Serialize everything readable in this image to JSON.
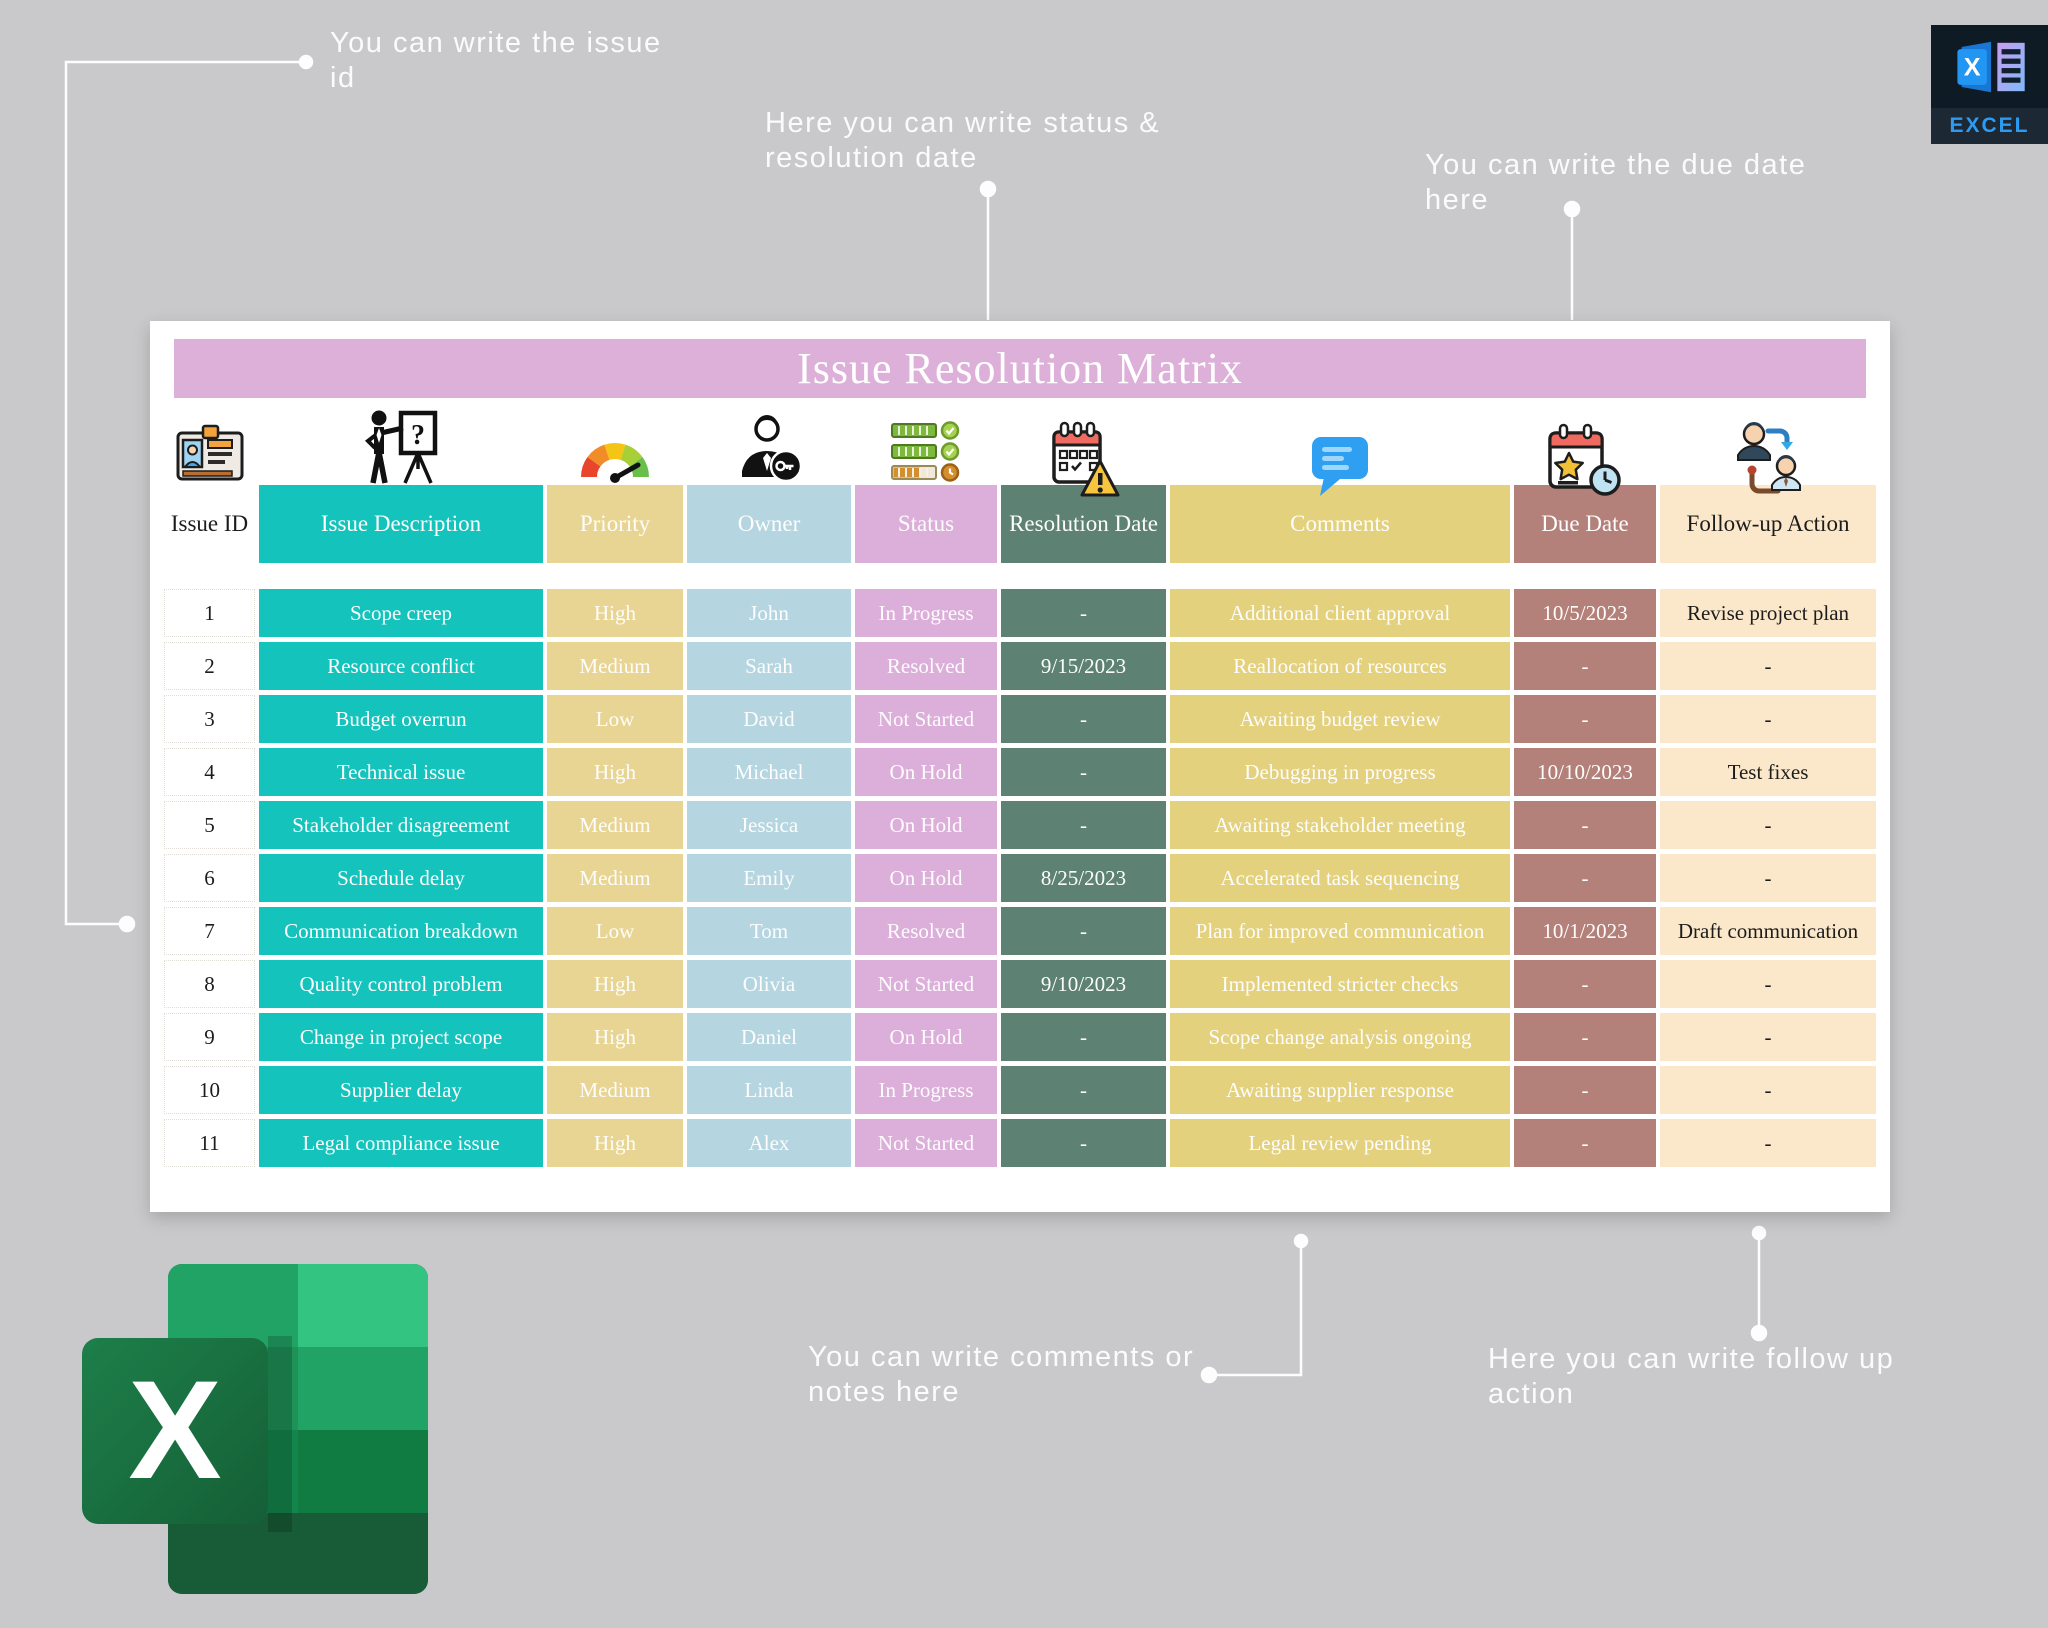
{
  "page": {
    "background_color": "#c9c9cb"
  },
  "badge_top_right": {
    "label": "EXCEL",
    "label_color": "#2d9bf2",
    "bg_color": "#0e1a24"
  },
  "callouts": {
    "issue_id": {
      "text": "You can write the issue id"
    },
    "status_resolution": {
      "text": "Here you can write status & resolution date"
    },
    "due_date": {
      "text": "You can write the due date here"
    },
    "comments": {
      "text": "You can write comments or notes here"
    },
    "follow_up": {
      "text": "Here you can write follow up action"
    }
  },
  "table": {
    "title": "Issue Resolution Matrix",
    "title_bg": "#dcb0d8",
    "columns": [
      {
        "id": "issue_id",
        "label": "Issue ID",
        "icon": "id-card-icon",
        "header_bg": "#ffffff",
        "header_fg": "#1c1c1c",
        "cell_bg": "#ffffff",
        "cell_fg": "#1c1c1c",
        "overlap": false
      },
      {
        "id": "description",
        "label": "Issue Description",
        "icon": "presenter-icon",
        "header_bg": "#14c3bc",
        "header_fg": "#fdfdfd",
        "cell_bg": "#14c3bc",
        "cell_fg": "#fdfdfd",
        "overlap": false
      },
      {
        "id": "priority",
        "label": "Priority",
        "icon": "gauge-icon",
        "header_bg": "#e9d593",
        "header_fg": "#fdfdfd",
        "cell_bg": "#e9d593",
        "cell_fg": "#fdfdfd",
        "overlap": false
      },
      {
        "id": "owner",
        "label": "Owner",
        "icon": "owner-key-icon",
        "header_bg": "#b5d6e1",
        "header_fg": "#fdfdfd",
        "cell_bg": "#b5d6e1",
        "cell_fg": "#fdfdfd",
        "overlap": false
      },
      {
        "id": "status",
        "label": "Status",
        "icon": "status-bars-icon",
        "header_bg": "#dcaeda",
        "header_fg": "#fdfdfd",
        "cell_bg": "#dcaeda",
        "cell_fg": "#fdfdfd",
        "overlap": false
      },
      {
        "id": "resolution_date",
        "label": "Resolution Date",
        "icon": "calendar-warning-icon",
        "header_bg": "#5d8172",
        "header_fg": "#fdfdfd",
        "cell_bg": "#5d8172",
        "cell_fg": "#fdfdfd",
        "overlap": true
      },
      {
        "id": "comments",
        "label": "Comments",
        "icon": "comment-bubble-icon",
        "header_bg": "#e3d17e",
        "header_fg": "#fdfdfd",
        "cell_bg": "#e3d17e",
        "cell_fg": "#fdfdfd",
        "overlap": true
      },
      {
        "id": "due_date",
        "label": "Due Date",
        "icon": "due-calendar-icon",
        "header_bg": "#b4817a",
        "header_fg": "#fdfdfd",
        "cell_bg": "#b4817a",
        "cell_fg": "#fdfdfd",
        "overlap": true
      },
      {
        "id": "follow_up",
        "label": "Follow-up Action",
        "icon": "follow-up-icon",
        "header_bg": "#fbe8ca",
        "header_fg": "#1c1c1c",
        "cell_bg": "#fbe8ca",
        "cell_fg": "#1c1c1c",
        "overlap": true
      }
    ],
    "rows": [
      [
        "1",
        "Scope creep",
        "High",
        "John",
        "In Progress",
        "-",
        "Additional client approval",
        "10/5/2023",
        "Revise project plan"
      ],
      [
        "2",
        "Resource conflict",
        "Medium",
        "Sarah",
        "Resolved",
        "9/15/2023",
        "Reallocation of resources",
        "-",
        "-"
      ],
      [
        "3",
        "Budget overrun",
        "Low",
        "David",
        "Not Started",
        "-",
        "Awaiting budget review",
        "-",
        "-"
      ],
      [
        "4",
        "Technical issue",
        "High",
        "Michael",
        "On Hold",
        "-",
        "Debugging in progress",
        "10/10/2023",
        "Test fixes"
      ],
      [
        "5",
        "Stakeholder disagreement",
        "Medium",
        "Jessica",
        "On Hold",
        "-",
        "Awaiting stakeholder meeting",
        "-",
        "-"
      ],
      [
        "6",
        "Schedule delay",
        "Medium",
        "Emily",
        "On Hold",
        "8/25/2023",
        "Accelerated task sequencing",
        "-",
        "-"
      ],
      [
        "7",
        "Communication breakdown",
        "Low",
        "Tom",
        "Resolved",
        "-",
        "Plan for improved communication",
        "10/1/2023",
        "Draft communication"
      ],
      [
        "8",
        "Quality control problem",
        "High",
        "Olivia",
        "Not Started",
        "9/10/2023",
        "Implemented stricter checks",
        "-",
        "-"
      ],
      [
        "9",
        "Change in project scope",
        "High",
        "Daniel",
        "On Hold",
        "-",
        "Scope change analysis ongoing",
        "-",
        "-"
      ],
      [
        "10",
        "Supplier delay",
        "Medium",
        "Linda",
        "In Progress",
        "-",
        "Awaiting supplier response",
        "-",
        "-"
      ],
      [
        "11",
        "Legal compliance issue",
        "High",
        "Alex",
        "Not Started",
        "-",
        "Legal review pending",
        "-",
        "-"
      ]
    ]
  }
}
